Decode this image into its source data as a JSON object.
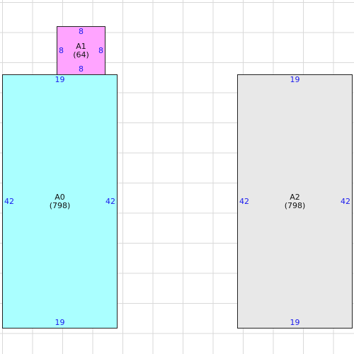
{
  "colors": {
    "A0": "#aaffff",
    "A1": "#ffa4ff",
    "A2": "#e8e8e8",
    "dimension_text": "#1a1aee"
  },
  "rects": {
    "A0": {
      "name": "A0",
      "area": "(798)",
      "top": "19",
      "bottom": "19",
      "left": "42",
      "right": "42"
    },
    "A1": {
      "name": "A1",
      "area": "(64)",
      "top": "8",
      "bottom": "8",
      "left": "8",
      "right": "8"
    },
    "A2": {
      "name": "A2",
      "area": "(798)",
      "top": "19",
      "bottom": "19",
      "left": "42",
      "right": "42"
    }
  }
}
